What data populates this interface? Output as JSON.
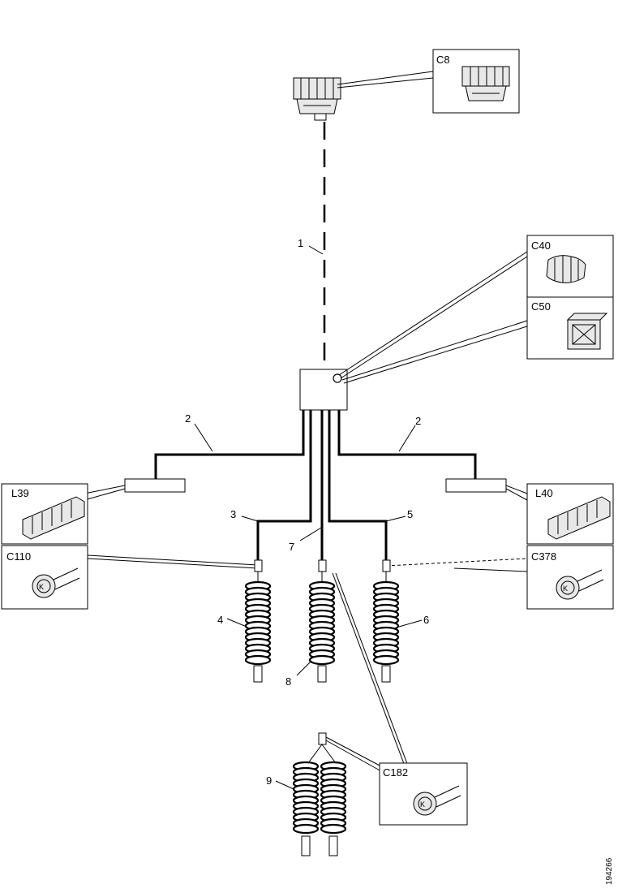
{
  "diagram": {
    "connectors": {
      "c8": "C8",
      "c40": "C40",
      "c50": "C50",
      "l39": "L39",
      "l40": "L40",
      "c110": "C110",
      "c378": "C378",
      "c182": "C182"
    },
    "callouts": {
      "n1": "1",
      "n2_left": "2",
      "n2_right": "2",
      "n3": "3",
      "n4": "4",
      "n5": "5",
      "n6": "6",
      "n7": "7",
      "n8": "8",
      "n9": "9"
    },
    "reference_code": "194266"
  }
}
